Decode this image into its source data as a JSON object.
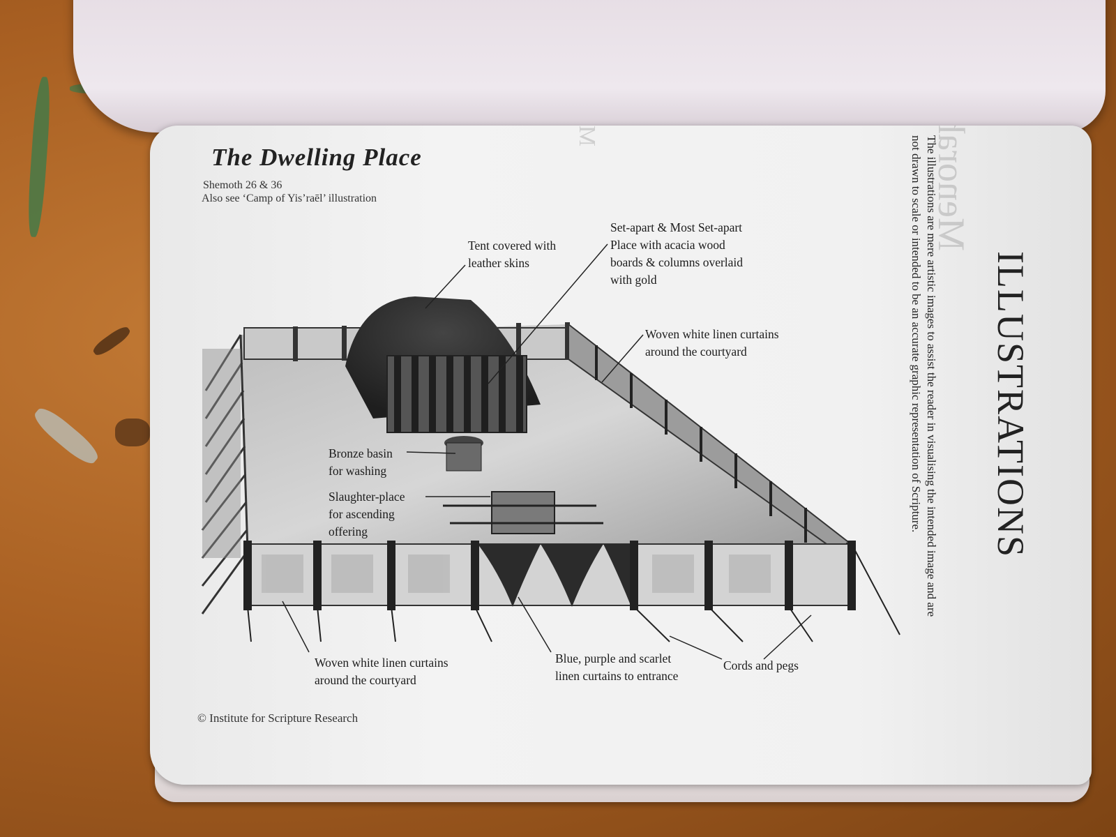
{
  "title": "The Dwelling Place",
  "subtitle_ref": "Shemoth 26 & 36",
  "subtitle_see": "Also see ‘Camp of Yis’raēl’ illustration",
  "labels": {
    "tent": [
      "Tent covered with",
      "leather skins"
    ],
    "set_apart": [
      "Set-apart & Most Set-apart",
      "Place with acacia wood",
      "boards & columns overlaid",
      "with gold"
    ],
    "woven_top": [
      "Woven white linen curtains",
      "around the courtyard"
    ],
    "basin": [
      "Bronze basin",
      "for washing"
    ],
    "slaughter": [
      "Slaughter-place",
      "for ascending",
      "offering"
    ],
    "woven_bottom": [
      "Woven white linen curtains",
      "around the courtyard"
    ],
    "entrance": [
      "Blue, purple and scarlet",
      "linen curtains to entrance"
    ],
    "cords": "Cords and pegs"
  },
  "copyright": "© Institute for Scripture Research",
  "side_heading": "ILLUSTRATIONS",
  "side_note_1": "The illustrations are mere artistic images to assist the reader in visualising the intended image and are",
  "side_note_2": "not drawn to scale or intended to be an accurate graphic representation of Scripture.",
  "colors": {
    "page": "#f1f1f1",
    "ink": "#222222",
    "wood": "#a85f22"
  }
}
